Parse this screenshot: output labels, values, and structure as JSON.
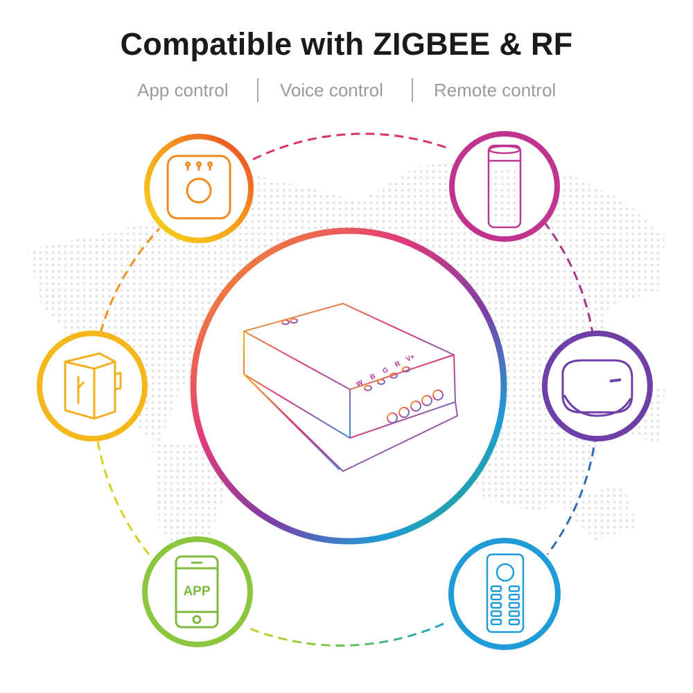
{
  "header": {
    "title": "Compatible with ZIGBEE & RF",
    "features": [
      "App control",
      "Voice control",
      "Remote control"
    ]
  },
  "devices": {
    "hub": {
      "icon": "zigbee-hub-icon",
      "color": "#f08a1e"
    },
    "speaker": {
      "icon": "smart-speaker-icon",
      "color": "#c0338f"
    },
    "gateway": {
      "icon": "gateway-icon",
      "color": "#6e3fa6"
    },
    "remote": {
      "icon": "rf-remote-icon",
      "color": "#1f9bd7"
    },
    "phone": {
      "icon": "phone-app-icon",
      "color": "#8cc63f",
      "label": "APP"
    },
    "plug": {
      "icon": "smart-plug-icon",
      "color": "#f4b81c"
    }
  },
  "controller": {
    "icon": "led-controller-icon",
    "channel_labels": [
      "W",
      "B",
      "G",
      "R",
      "V+"
    ]
  }
}
